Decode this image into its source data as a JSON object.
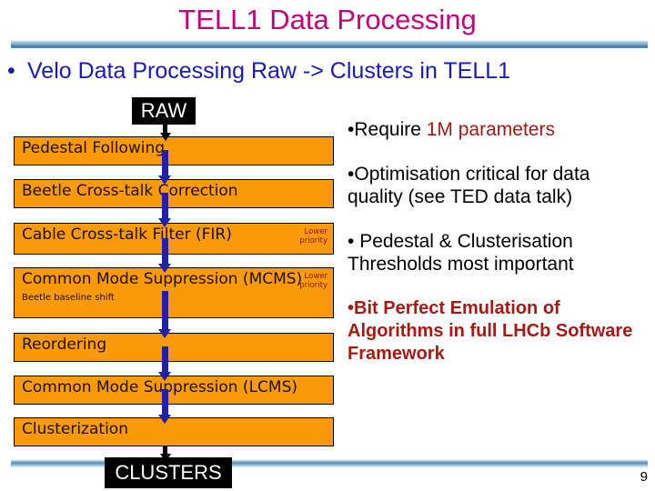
{
  "slide": {
    "title": "TELL1 Data Processing",
    "page_number": "9",
    "colors": {
      "title": "#c2007b",
      "subtitle": "#1a1ab4",
      "stage_box": "#f99a09",
      "connector": "#2121a8",
      "accent_red": "#a51a14",
      "endcap": "#000000"
    }
  },
  "subtitle": {
    "bullet": "•",
    "text": "Velo Data Processing Raw -> Clusters in TELL1"
  },
  "flow": {
    "input_label": "RAW",
    "output_label": "CLUSTERS",
    "stages": [
      {
        "label": "Pedestal Following",
        "sub": "",
        "note": ""
      },
      {
        "label": "Beetle Cross-talk Correction",
        "sub": "",
        "note": ""
      },
      {
        "label": "Cable Cross-talk Filter (FIR)",
        "sub": "",
        "note": "Lower\npriority"
      },
      {
        "label": "Common Mode Suppression (MCMS)",
        "sub": "Beetle baseline shift",
        "note": "Lower\npriority"
      },
      {
        "label": "Reordering",
        "sub": "",
        "note": ""
      },
      {
        "label": "Common Mode Suppression (LCMS)",
        "sub": "",
        "note": ""
      },
      {
        "label": "Clusterization",
        "sub": "",
        "note": ""
      }
    ]
  },
  "notes": {
    "bullets": [
      {
        "dot": "•",
        "lead": "Require ",
        "highlight": "1M parameters",
        "tail": "",
        "style": "plain"
      },
      {
        "dot": "•",
        "lead": "Optimisation critical for data quality (see TED data talk)",
        "highlight": "",
        "tail": "",
        "style": "plain"
      },
      {
        "dot": "•",
        "lead": " Pedestal & Clusterisation Thresholds most important",
        "highlight": "",
        "tail": "",
        "style": "plain"
      },
      {
        "dot": "•",
        "lead": "Bit Perfect Emulation of Algorithms in full LHCb Software Framework",
        "highlight": "",
        "tail": "",
        "style": "red-bold"
      }
    ]
  }
}
